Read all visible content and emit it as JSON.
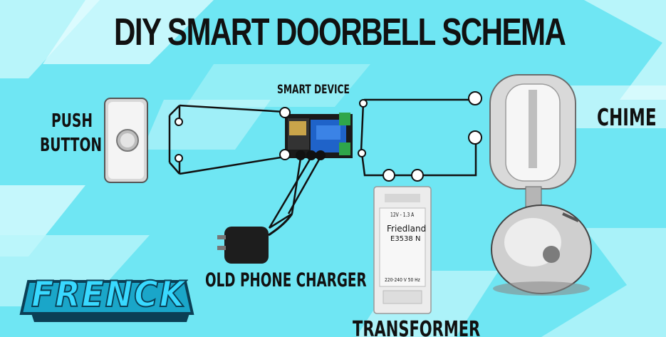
{
  "title": "DIY SMART DOORBELL SCHEMA",
  "labels": {
    "push_button_line1": "PUSH",
    "push_button_line2": "BUTTON",
    "smart_device": "SMART DEVICE",
    "chime": "CHIME",
    "old_phone_charger": "OLD PHONE CHARGER",
    "transformer": "TRANSFORMER"
  },
  "logo": {
    "text": "FRENCK",
    "color": "#2ec4e8"
  },
  "transformer_plate": {
    "spec": "12V - 1.3 A",
    "brand": "Friedland",
    "model": "E3538 N",
    "rating": "220-240 V 50 Hz"
  },
  "colors": {
    "background": "#6fe6f3",
    "stripe_light": "#b8f5fa",
    "stripe_white": "#e9fdff",
    "wire": "#111111",
    "relay_blue": "#1f63c9",
    "terminal_green": "#2fa64a"
  }
}
